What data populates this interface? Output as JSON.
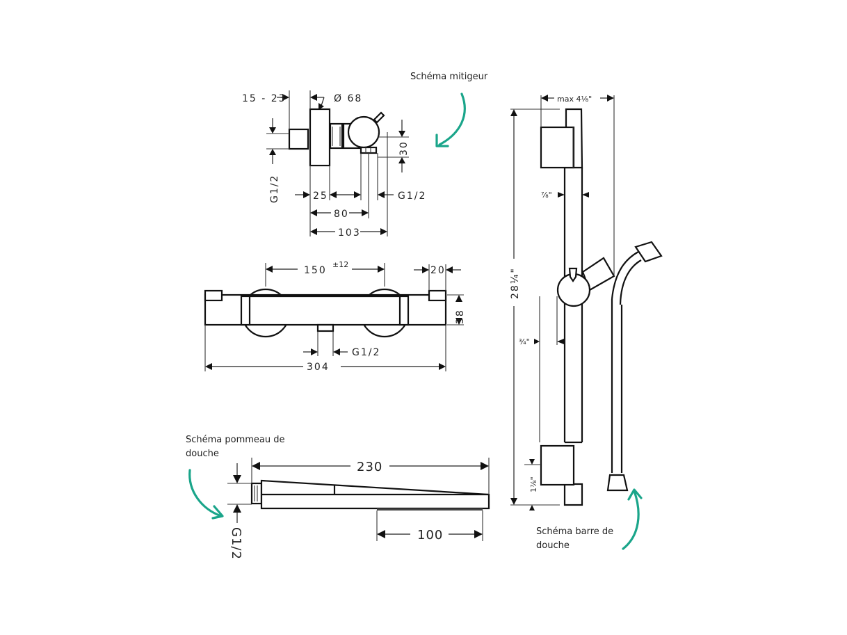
{
  "captions": {
    "mixer": "Schéma mitigeur",
    "shower_head_line1": "Schéma pommeau de",
    "shower_head_line2": "douche",
    "rail_line1": "Schéma barre de",
    "rail_line2": "douche"
  },
  "accent_color": "#1aa58a",
  "mixer_side_view": {
    "wall_depth": "15 - 23",
    "diameter": "Ø 68",
    "thread_left": "G1/2",
    "height_30": "30",
    "dim_25": "25",
    "thread_right": "G1/2",
    "dim_80": "80",
    "dim_103": "103"
  },
  "mixer_front_view": {
    "centers": "150",
    "centers_tolerance": "±12",
    "end_cap": "20",
    "height": "38",
    "outlet": "G1/2",
    "total_width": "304"
  },
  "shower_head": {
    "length": "230",
    "spray_face": "100",
    "thread": "G1/2"
  },
  "rail": {
    "max_projection": "max 4⅛\"",
    "bar_width": "⅞\"",
    "total_height": "28¼\"",
    "slider_offset": "¾\"",
    "bottom_offset": "1⅞\""
  }
}
